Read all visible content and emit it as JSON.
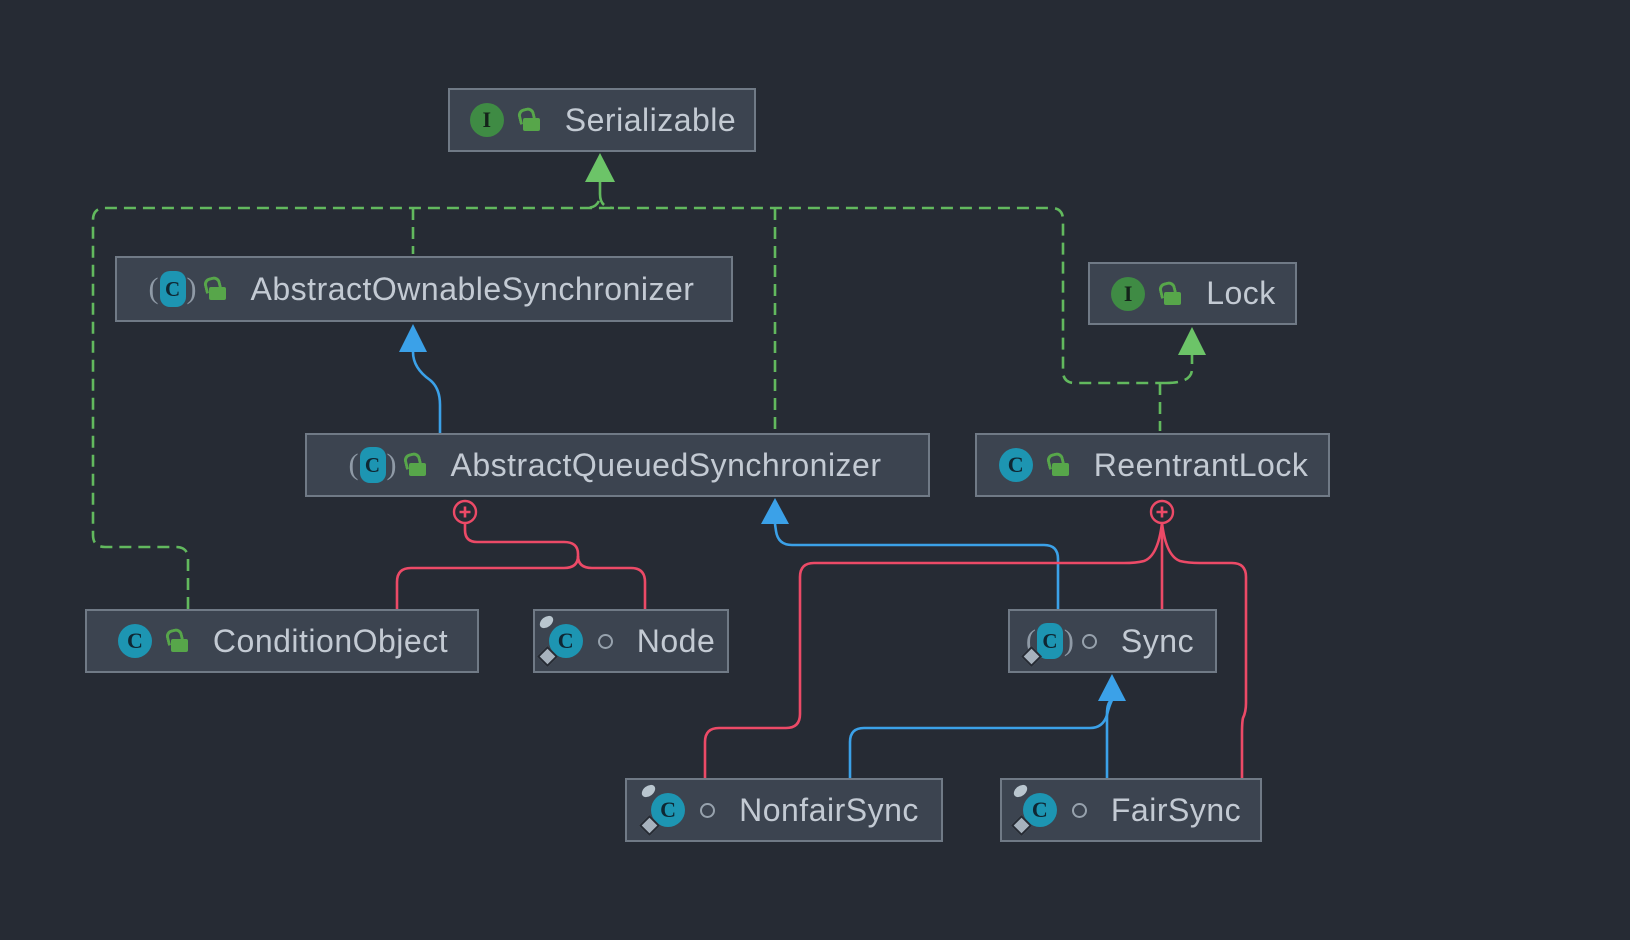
{
  "app": {
    "title": "UML class diagram — java.util.concurrent.locks.ReentrantLock hierarchy"
  },
  "colors": {
    "background": "#262b34",
    "node_fill": "#3c4450",
    "node_border": "#707a86",
    "label_text": "#c3cad3",
    "implements_green": "#62b95e",
    "extends_blue": "#3ba1e8",
    "inner_class_red": "#ec4a67",
    "interface_icon_green": "#3f8b44",
    "class_icon_teal": "#1d95b2",
    "lock_icon_green": "#57a64a",
    "modifier_gray": "#a7b2bd"
  },
  "icons": {
    "class_glyph": "C",
    "interface_glyph": "I",
    "paren_open": "(",
    "paren_close": ")"
  },
  "nodes": [
    {
      "id": "serializable",
      "label": "Serializable",
      "kind": "interface",
      "icon": "interface-icon",
      "visibility_icon": "lock-open-icon"
    },
    {
      "id": "abstract-ownable-synchronizer",
      "label": "AbstractOwnableSynchronizer",
      "kind": "abstract class",
      "icon": "abstract-class-icon",
      "visibility_icon": "lock-open-icon"
    },
    {
      "id": "lock",
      "label": "Lock",
      "kind": "interface",
      "icon": "interface-icon",
      "visibility_icon": "lock-open-icon"
    },
    {
      "id": "abstract-queued-synchronizer",
      "label": "AbstractQueuedSynchronizer",
      "kind": "abstract class",
      "icon": "abstract-class-icon",
      "visibility_icon": "lock-open-icon"
    },
    {
      "id": "reentrant-lock",
      "label": "ReentrantLock",
      "kind": "class",
      "icon": "class-icon",
      "visibility_icon": "lock-open-icon"
    },
    {
      "id": "condition-object",
      "label": "ConditionObject",
      "kind": "class",
      "icon": "class-icon",
      "visibility_icon": "lock-open-icon"
    },
    {
      "id": "node",
      "label": "Node",
      "kind": "static nested class",
      "icon": "static-class-icon",
      "visibility_icon": "package-private-icon"
    },
    {
      "id": "sync",
      "label": "Sync",
      "kind": "abstract static nested class",
      "icon": "abstract-static-class-icon",
      "visibility_icon": "package-private-icon"
    },
    {
      "id": "nonfair-sync",
      "label": "NonfairSync",
      "kind": "static nested class",
      "icon": "static-class-icon",
      "visibility_icon": "package-private-icon"
    },
    {
      "id": "fair-sync",
      "label": "FairSync",
      "kind": "static nested class",
      "icon": "static-class-icon",
      "visibility_icon": "package-private-icon"
    }
  ],
  "edges": [
    {
      "from": "AbstractOwnableSynchronizer",
      "to": "Serializable",
      "type": "implements",
      "style": "green-dashed-arrow"
    },
    {
      "from": "AbstractQueuedSynchronizer",
      "to": "Serializable",
      "type": "implements",
      "style": "green-dashed-arrow"
    },
    {
      "from": "ConditionObject",
      "to": "Serializable",
      "type": "implements",
      "style": "green-dashed-arrow"
    },
    {
      "from": "ReentrantLock",
      "to": "Serializable",
      "type": "implements",
      "style": "green-dashed-arrow"
    },
    {
      "from": "ReentrantLock",
      "to": "Lock",
      "type": "implements",
      "style": "green-dashed-arrow"
    },
    {
      "from": "AbstractQueuedSynchronizer",
      "to": "AbstractOwnableSynchronizer",
      "type": "extends",
      "style": "blue-solid-arrow"
    },
    {
      "from": "Sync",
      "to": "AbstractQueuedSynchronizer",
      "type": "extends",
      "style": "blue-solid-arrow"
    },
    {
      "from": "NonfairSync",
      "to": "Sync",
      "type": "extends",
      "style": "blue-solid-arrow"
    },
    {
      "from": "FairSync",
      "to": "Sync",
      "type": "extends",
      "style": "blue-solid-arrow"
    },
    {
      "from": "AbstractQueuedSynchronizer",
      "to": "ConditionObject",
      "type": "inner-class",
      "style": "red-solid-plus-marker"
    },
    {
      "from": "AbstractQueuedSynchronizer",
      "to": "Node",
      "type": "inner-class",
      "style": "red-solid-plus-marker"
    },
    {
      "from": "ReentrantLock",
      "to": "Sync",
      "type": "inner-class",
      "style": "red-solid-plus-marker"
    },
    {
      "from": "ReentrantLock",
      "to": "NonfairSync",
      "type": "inner-class",
      "style": "red-solid-plus-marker"
    },
    {
      "from": "ReentrantLock",
      "to": "FairSync",
      "type": "inner-class",
      "style": "red-solid-plus-marker"
    }
  ]
}
